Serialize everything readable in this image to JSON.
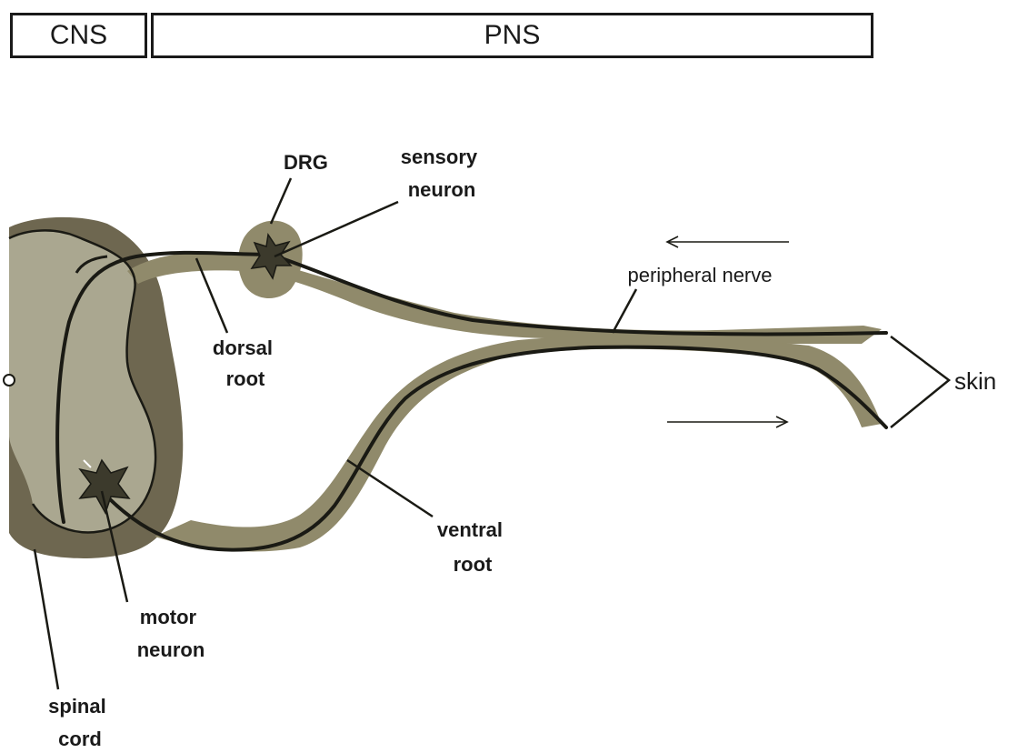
{
  "header": {
    "cns": "CNS",
    "pns": "PNS"
  },
  "labels": {
    "drg": "DRG",
    "sensory_neuron": [
      "sensory",
      "neuron"
    ],
    "dorsal_root": [
      "dorsal",
      "root"
    ],
    "peripheral_nerve": "peripheral nerve",
    "skin": "skin",
    "ventral_root": [
      "ventral",
      "root"
    ],
    "motor_neuron": [
      "motor",
      "neuron"
    ],
    "spinal_cord": [
      "spinal",
      "cord"
    ]
  },
  "colors": {
    "white_matter": "#6e6750",
    "gray_matter": "#aaa790",
    "nerve_fill": "#908a6b",
    "axon": "#1a1a14",
    "neuron_body": "#3c3a2c",
    "text": "#1a1a1a"
  }
}
